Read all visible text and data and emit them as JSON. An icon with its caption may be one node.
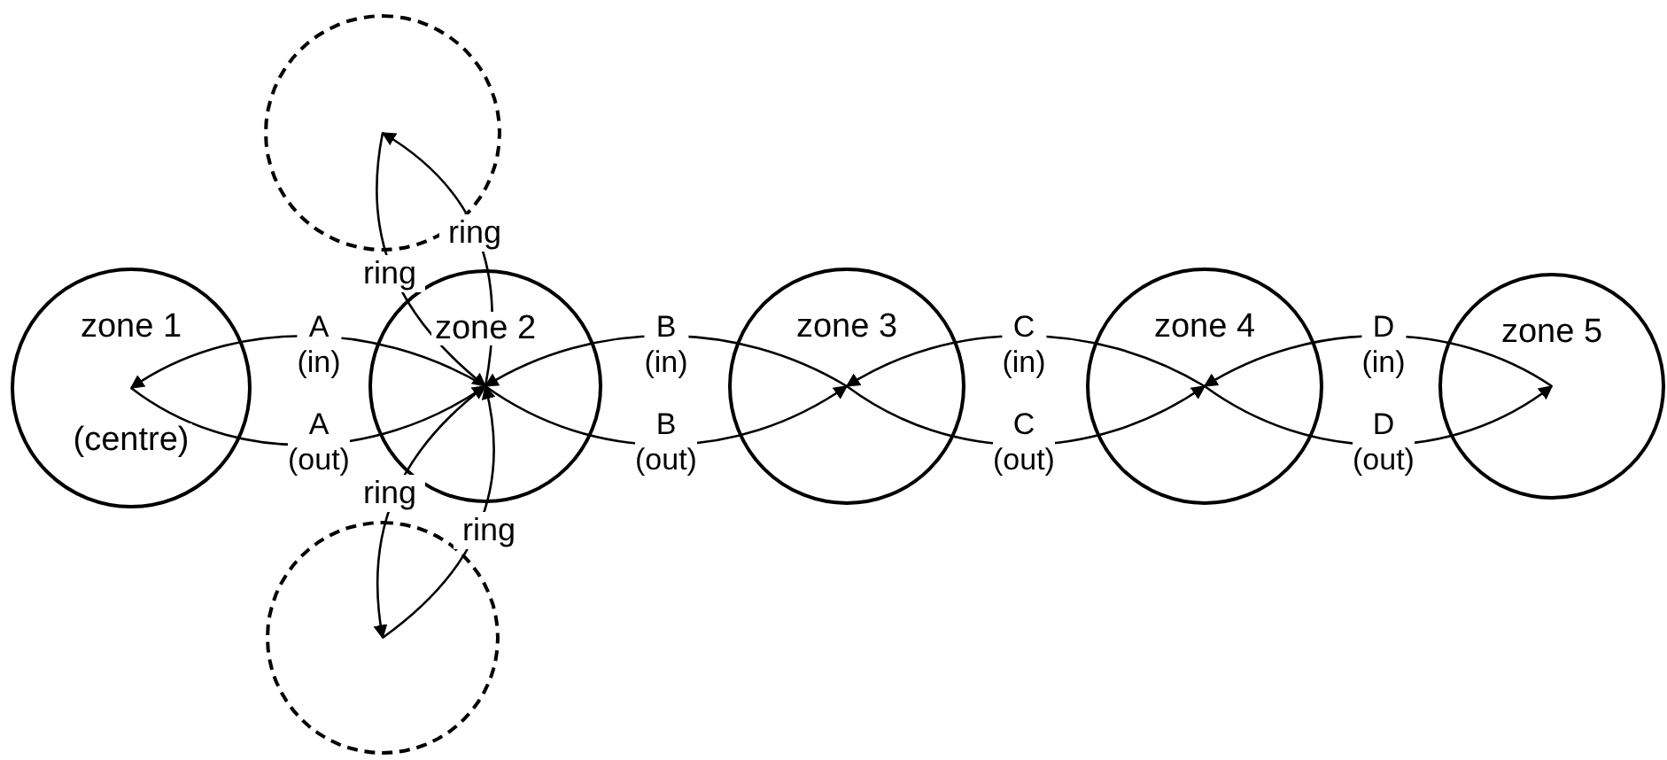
{
  "diagram": {
    "nodes": [
      {
        "text": [
          "zone 1",
          "(centre)"
        ]
      },
      {
        "text": [
          "zone 2"
        ]
      },
      {
        "text": [
          "zone 3"
        ]
      },
      {
        "text": [
          "zone 4"
        ]
      },
      {
        "text": [
          "zone 5"
        ]
      },
      {
        "text": [],
        "shape": "circle"
      },
      {
        "text": [],
        "shape": "circle"
      }
    ],
    "edges": [
      {
        "from": 1,
        "to": 0,
        "arrow": "to",
        "label": "A (in)"
      },
      {
        "from": 0,
        "to": 1,
        "arrow": "to",
        "label": "A (out)"
      },
      {
        "from": 2,
        "to": 1,
        "arrow": "to",
        "label": "B (in)"
      },
      {
        "from": 1,
        "to": 2,
        "arrow": "to",
        "label": "B (out)"
      },
      {
        "from": 3,
        "to": 2,
        "arrow": "to",
        "label": "C (in)"
      },
      {
        "from": 2,
        "to": 3,
        "arrow": "to",
        "label": "C (out)"
      },
      {
        "from": 4,
        "to": 3,
        "arrow": "to",
        "label": "D (in)"
      },
      {
        "from": 3,
        "to": 4,
        "arrow": "to",
        "label": "D (out)"
      },
      {
        "from": 1,
        "to": 5,
        "arrow": "to",
        "label": "ring"
      },
      {
        "from": 5,
        "to": 1,
        "arrow": "to",
        "label": "ring"
      },
      {
        "from": 1,
        "to": 6,
        "arrow": "to",
        "label": "ring"
      },
      {
        "from": 6,
        "to": 1,
        "arrow": "to",
        "label": "ring"
      }
    ]
  }
}
